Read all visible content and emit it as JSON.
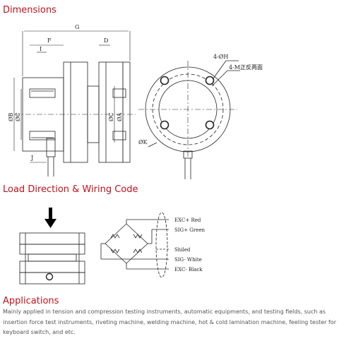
{
  "sections": {
    "dimensions": {
      "title": "Dimensions"
    },
    "load_direction": {
      "title": "Load Direction & Wiring Code"
    },
    "applications": {
      "title": "Applications",
      "text": "Mainly applied in tension and compression testing instruments, automatic equipments, and testing fields, such as insertion force test instruments, riveting machine, welding machine, hot & cold lamination machine, feeling tester for keyboard switch, and etc."
    }
  },
  "dimension_labels": {
    "G": "G",
    "F": "F",
    "D": "D",
    "J": "J",
    "I": "I",
    "B": "ØB",
    "C_left": "ØC",
    "C_right": "ØC",
    "A": "ØA",
    "H": "4-ØH",
    "M": "4-M正反两面",
    "K": "ØK"
  },
  "wiring": [
    {
      "signal": "EXC+",
      "color": "Red"
    },
    {
      "signal": "SIG+",
      "color": "Green"
    },
    {
      "signal": "",
      "color": "Shiled"
    },
    {
      "signal": "SIG-",
      "color": "White"
    },
    {
      "signal": "EXC-",
      "color": "Black"
    }
  ],
  "colors": {
    "heading": "#c0121b",
    "text": "#555555",
    "line": "#222222"
  }
}
